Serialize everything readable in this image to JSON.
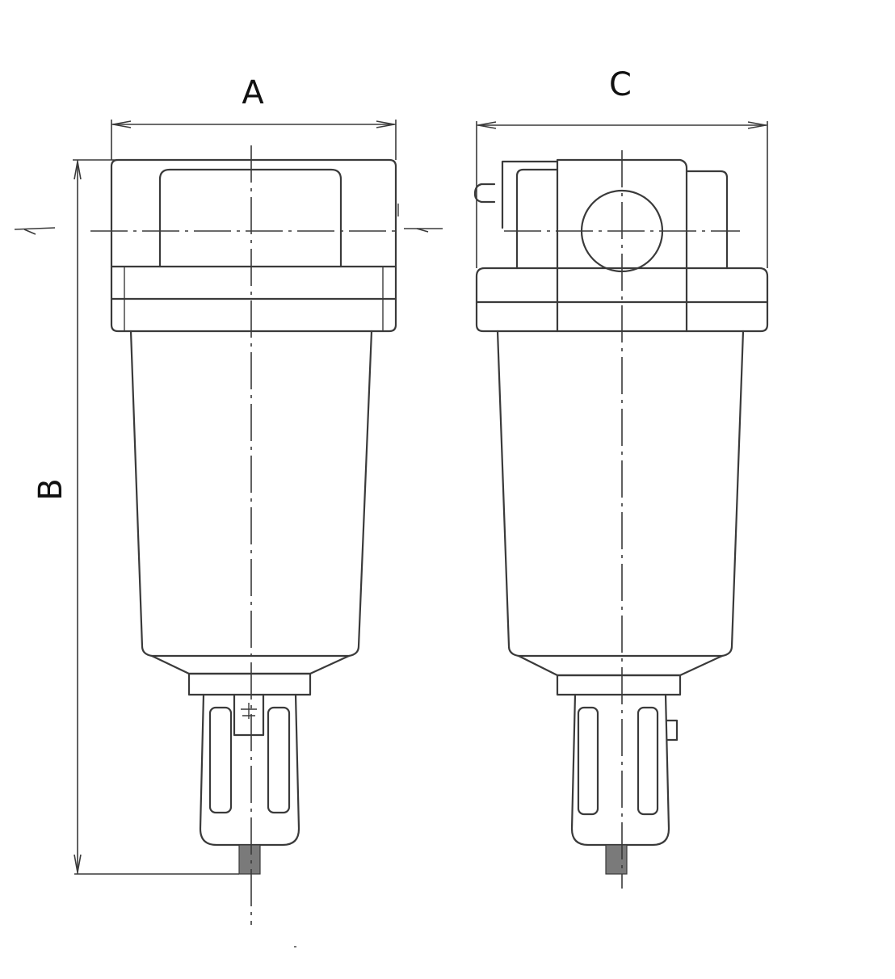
{
  "labels": {
    "a": "A",
    "b": "B",
    "c": "C"
  },
  "colors": {
    "line": "#3a3a3a",
    "text": "#111111",
    "drain": "#7a7a7a",
    "background": "#ffffff"
  }
}
